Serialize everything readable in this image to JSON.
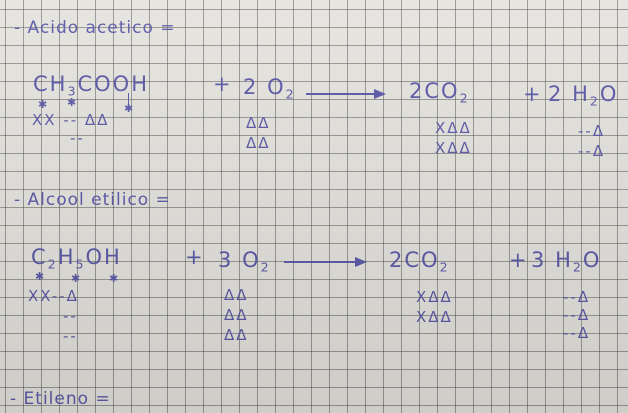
{
  "headings": {
    "acetic": "- Acido acetico =",
    "ethanol": "- Alcool etilico =",
    "ethylene": "- Etileno ="
  },
  "acetic": {
    "reagent1_a": "CH",
    "reagent1_sub": "3",
    "reagent1_b": "COOH",
    "plus1": "+",
    "o2_coef": "2",
    "o2": "O",
    "o2_sub": "2",
    "product1_coef": "2",
    "product1": "CO",
    "product1_sub": "2",
    "plus2": "+",
    "product2_coef": "2",
    "product2": "H",
    "product2_sub": "2",
    "product2_o": "O",
    "electrons_r1": "XX -- ΔΔ",
    "electrons_r1_b": "--",
    "electrons_o2_1": "ΔΔ",
    "electrons_o2_2": "ΔΔ",
    "electrons_co2_1": "XΔΔ",
    "electrons_co2_2": "XΔΔ",
    "electrons_h2o_1": "--Δ",
    "electrons_h2o_2": "--Δ"
  },
  "ethanol": {
    "reagent1_a": "C",
    "reagent1_sub1": "2",
    "reagent1_b": "H",
    "reagent1_sub2": "5",
    "reagent1_c": "OH",
    "plus1": "+",
    "o2_coef": "3",
    "o2": "O",
    "o2_sub": "2",
    "product1_coef": "2",
    "product1": "CO",
    "product1_sub": "2",
    "plus2": "+",
    "product2_coef": "3",
    "product2": "H",
    "product2_sub": "2",
    "product2_o": "O",
    "electrons_r1": "XX--Δ",
    "electrons_r1_b": "--",
    "electrons_r1_c": "--",
    "electrons_o2_1": "ΔΔ",
    "electrons_o2_2": "ΔΔ",
    "electrons_o2_3": "ΔΔ",
    "electrons_co2_1": "XΔΔ",
    "electrons_co2_2": "XΔΔ",
    "electrons_h2o_1": "--Δ",
    "electrons_h2o_2": "--Δ",
    "electrons_h2o_3": "--Δ"
  },
  "colors": {
    "ink": "#5b5aa8",
    "paper": "#e6e4df",
    "grid": "#3c3c3c"
  }
}
